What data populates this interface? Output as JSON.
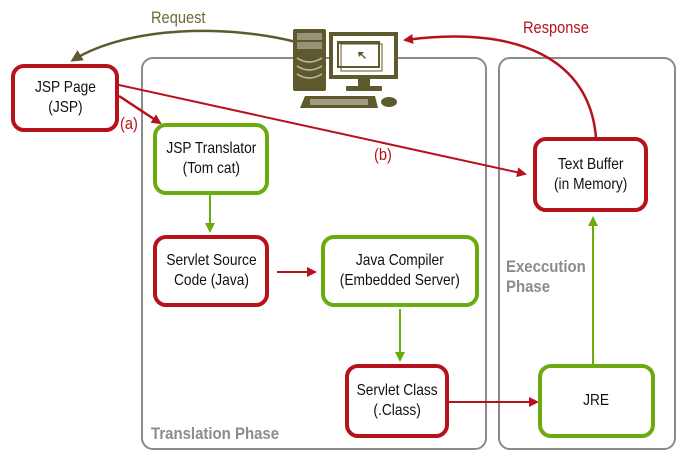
{
  "colors": {
    "red": "#b5121b",
    "green": "#6aab10",
    "olive": "#5e5a2e",
    "gray": "#8a8a8a"
  },
  "phases": {
    "translation": "Translation Phase",
    "execution_line1": "Execcution",
    "execution_line2": "Phase"
  },
  "nodes": {
    "jsp_page": {
      "line1": "JSP Page",
      "line2": "(JSP)"
    },
    "jsp_translator": {
      "line1": "JSP Translator",
      "line2": "(Tom cat)"
    },
    "servlet_source": {
      "line1": "Servlet Source",
      "line2": "Code (Java)"
    },
    "java_compiler": {
      "line1": "Java Compiler",
      "line2": "(Embedded Server)"
    },
    "servlet_class": {
      "line1": "Servlet Class",
      "line2": "(.Class)"
    },
    "jre": {
      "line1": "JRE"
    },
    "text_buffer": {
      "line1": "Text Buffer",
      "line2": "(in Memory)"
    }
  },
  "edge_labels": {
    "request": "Request",
    "response": "Response",
    "a": "(a)",
    "b": "(b)"
  },
  "icons": {
    "client": "desktop-computer-icon"
  }
}
